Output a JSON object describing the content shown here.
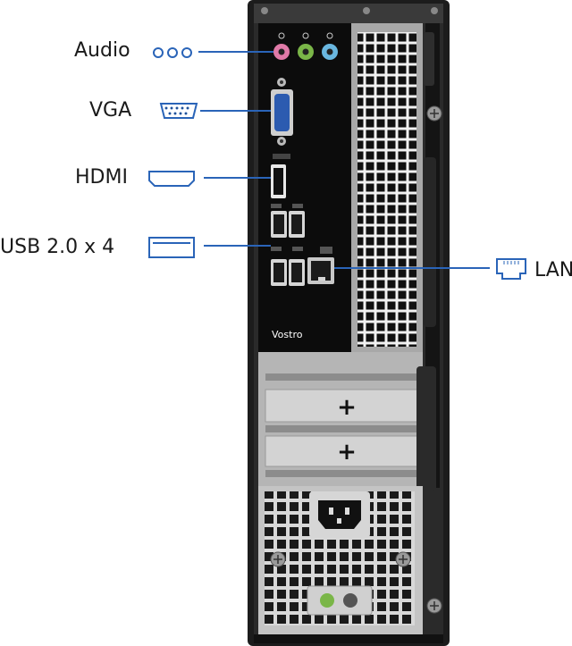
{
  "callouts": {
    "audio": "Audio",
    "vga": "VGA",
    "hdmi": "HDMI",
    "usb": "USB 2.0 x 4",
    "lan": "LAN"
  },
  "chassis": {
    "brand": "Vostro"
  },
  "colors": {
    "callout_line": "#2a64b8",
    "chassis_frame": "#1c1c1c",
    "panel_black": "#0c0c0c",
    "panel_silver": "#a8a8a8",
    "vga_blue": "#2c5bb0",
    "audio_pink": "#e07aa8",
    "audio_green": "#7ab648",
    "audio_blue": "#69b7e0"
  }
}
